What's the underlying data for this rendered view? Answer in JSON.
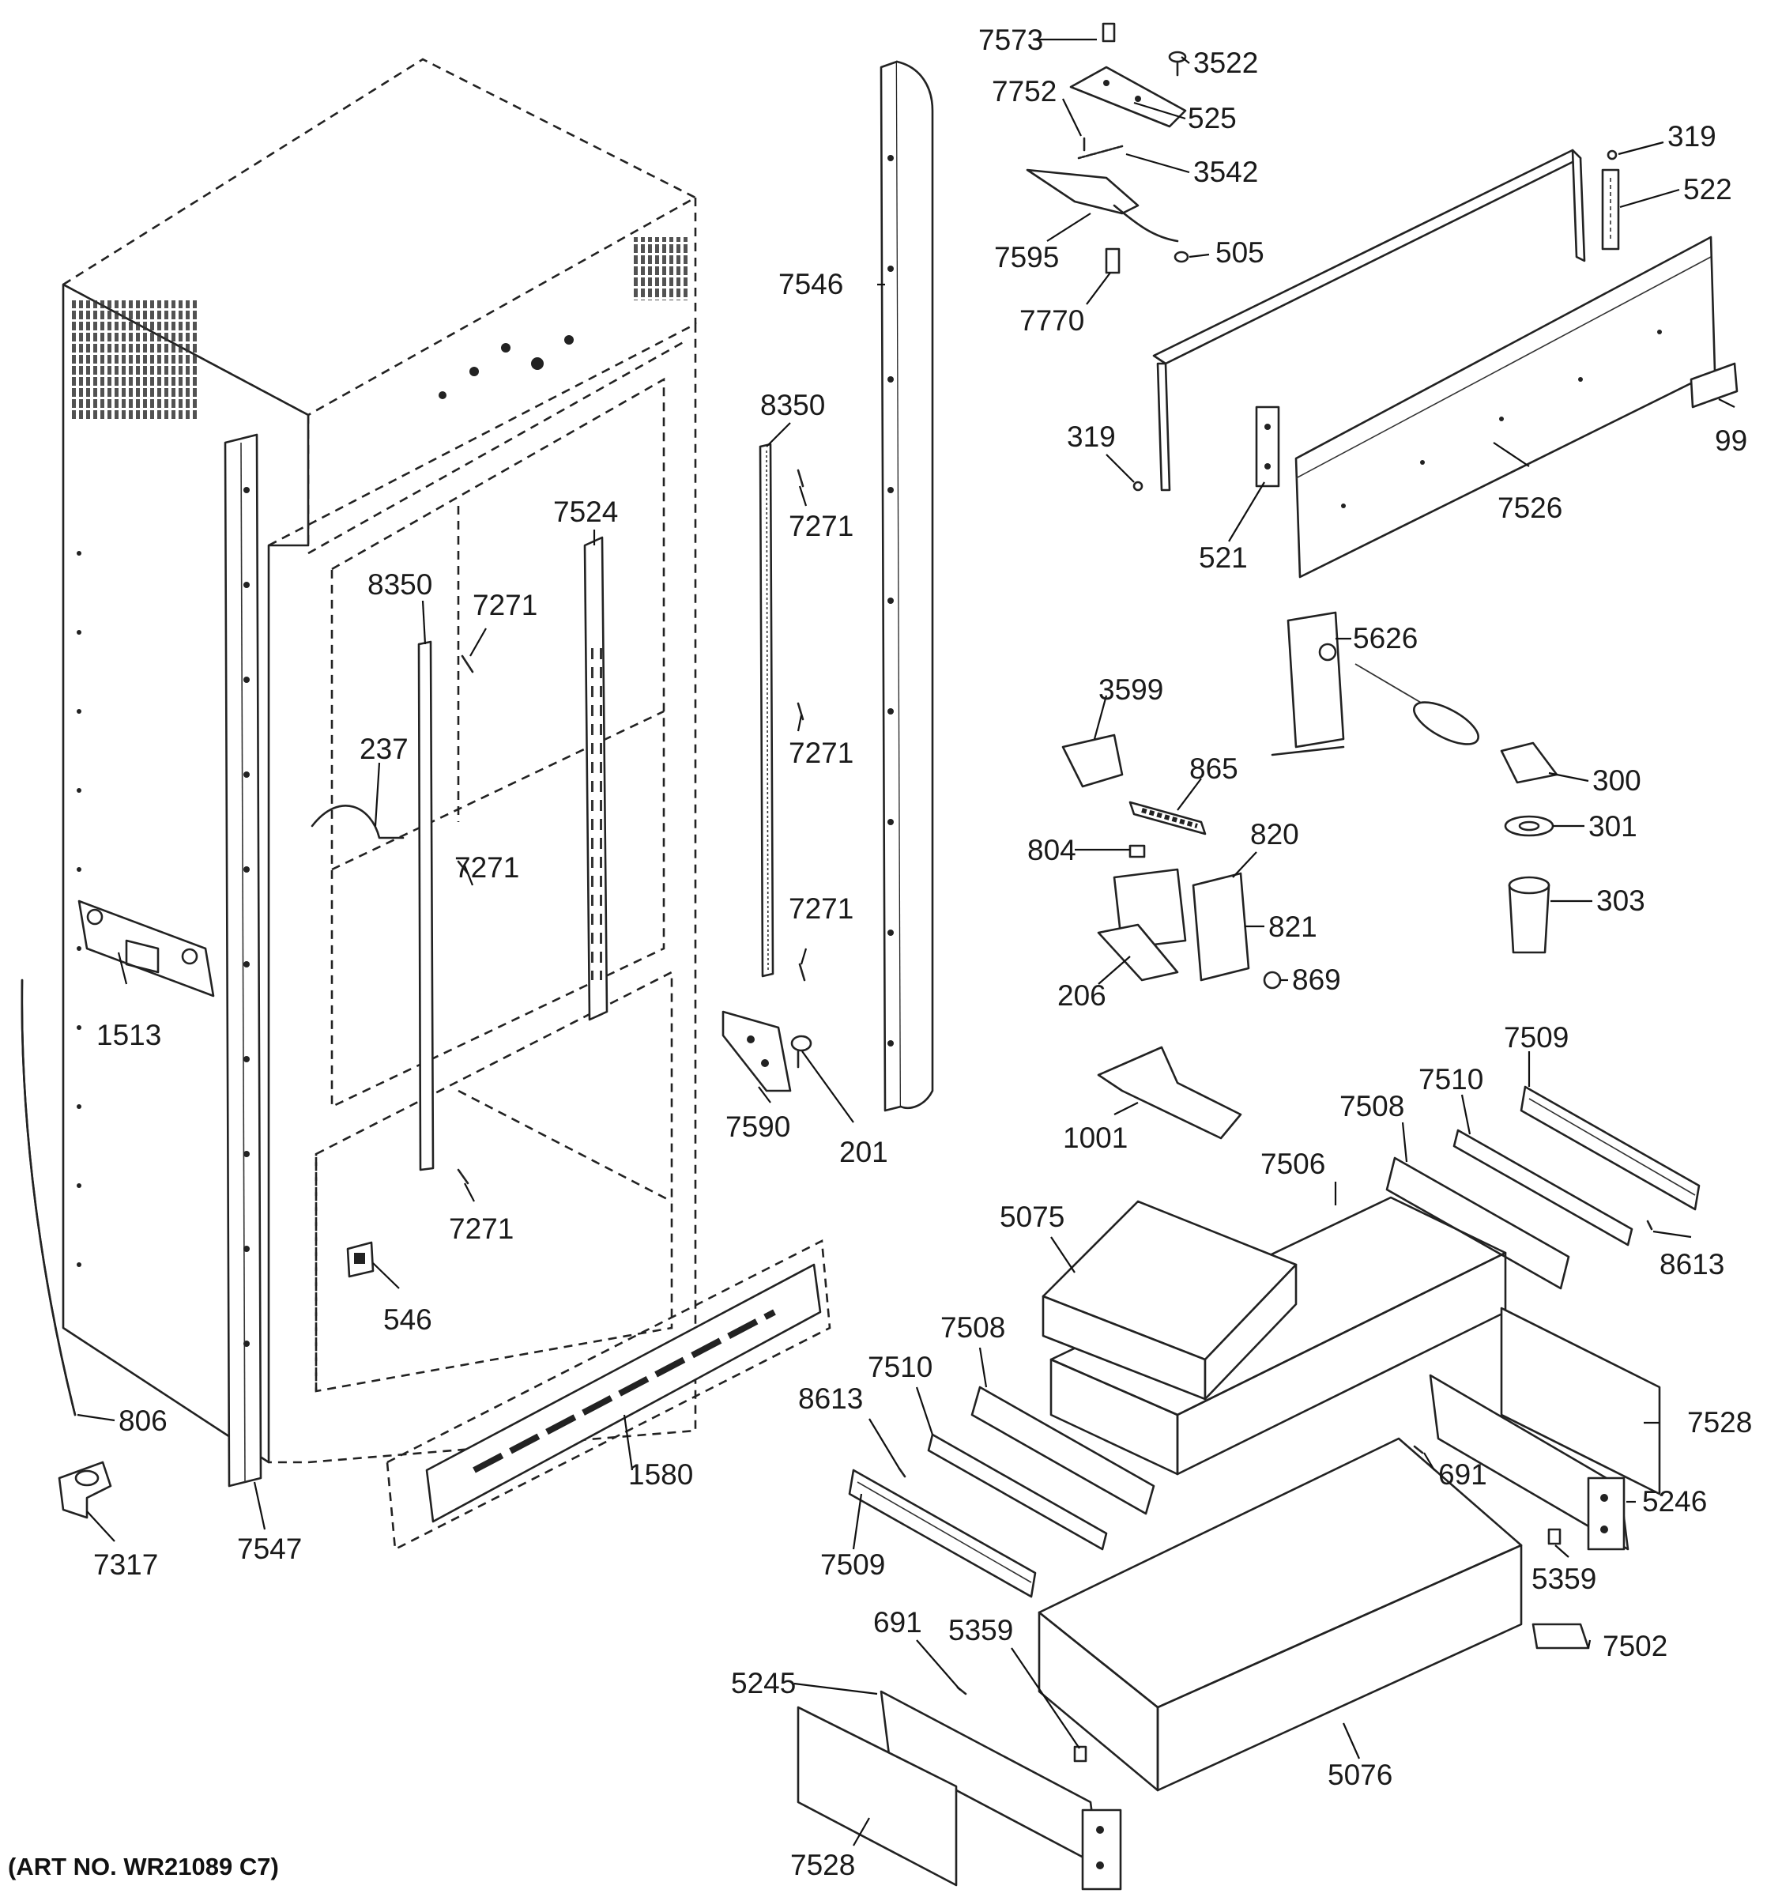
{
  "art_number": "(ART NO. WR21089 C7)",
  "callouts": [
    {
      "id": "c-7573",
      "text": "7573"
    },
    {
      "id": "c-3522",
      "text": "3522"
    },
    {
      "id": "c-7752",
      "text": "7752"
    },
    {
      "id": "c-525",
      "text": "525"
    },
    {
      "id": "c-3542",
      "text": "3542"
    },
    {
      "id": "c-319a",
      "text": "319"
    },
    {
      "id": "c-522",
      "text": "522"
    },
    {
      "id": "c-7595",
      "text": "7595"
    },
    {
      "id": "c-505",
      "text": "505"
    },
    {
      "id": "c-7546",
      "text": "7546"
    },
    {
      "id": "c-7770",
      "text": "7770"
    },
    {
      "id": "c-319b",
      "text": "319"
    },
    {
      "id": "c-99",
      "text": "99"
    },
    {
      "id": "c-8350a",
      "text": "8350"
    },
    {
      "id": "c-7526",
      "text": "7526"
    },
    {
      "id": "c-7271a",
      "text": "7271"
    },
    {
      "id": "c-7524",
      "text": "7524"
    },
    {
      "id": "c-521",
      "text": "521"
    },
    {
      "id": "c-8350b",
      "text": "8350"
    },
    {
      "id": "c-7271b",
      "text": "7271"
    },
    {
      "id": "c-5626",
      "text": "5626"
    },
    {
      "id": "c-3599",
      "text": "3599"
    },
    {
      "id": "c-237",
      "text": "237"
    },
    {
      "id": "c-7271c",
      "text": "7271"
    },
    {
      "id": "c-865",
      "text": "865"
    },
    {
      "id": "c-300",
      "text": "300"
    },
    {
      "id": "c-820",
      "text": "820"
    },
    {
      "id": "c-301",
      "text": "301"
    },
    {
      "id": "c-804",
      "text": "804"
    },
    {
      "id": "c-7271d",
      "text": "7271"
    },
    {
      "id": "c-303",
      "text": "303"
    },
    {
      "id": "c-7271e",
      "text": "7271"
    },
    {
      "id": "c-821",
      "text": "821"
    },
    {
      "id": "c-869",
      "text": "869"
    },
    {
      "id": "c-206",
      "text": "206"
    },
    {
      "id": "c-1513",
      "text": "1513"
    },
    {
      "id": "c-7509a",
      "text": "7509"
    },
    {
      "id": "c-7510a",
      "text": "7510"
    },
    {
      "id": "c-7590",
      "text": "7590"
    },
    {
      "id": "c-1001",
      "text": "1001"
    },
    {
      "id": "c-201",
      "text": "201"
    },
    {
      "id": "c-7508a",
      "text": "7508"
    },
    {
      "id": "c-7506",
      "text": "7506"
    },
    {
      "id": "c-7271f",
      "text": "7271"
    },
    {
      "id": "c-5075",
      "text": "5075"
    },
    {
      "id": "c-8613a",
      "text": "8613"
    },
    {
      "id": "c-546",
      "text": "546"
    },
    {
      "id": "c-7508b",
      "text": "7508"
    },
    {
      "id": "c-7510b",
      "text": "7510"
    },
    {
      "id": "c-8613b",
      "text": "8613"
    },
    {
      "id": "c-7528a",
      "text": "7528"
    },
    {
      "id": "c-806",
      "text": "806"
    },
    {
      "id": "c-691a",
      "text": "691"
    },
    {
      "id": "c-1580",
      "text": "1580"
    },
    {
      "id": "c-5246",
      "text": "5246"
    },
    {
      "id": "c-7547",
      "text": "7547"
    },
    {
      "id": "c-7509b",
      "text": "7509"
    },
    {
      "id": "c-7317",
      "text": "7317"
    },
    {
      "id": "c-5359a",
      "text": "5359"
    },
    {
      "id": "c-691b",
      "text": "691"
    },
    {
      "id": "c-5359b",
      "text": "5359"
    },
    {
      "id": "c-7502",
      "text": "7502"
    },
    {
      "id": "c-5245",
      "text": "5245"
    },
    {
      "id": "c-5076",
      "text": "5076"
    },
    {
      "id": "c-7528b",
      "text": "7528"
    }
  ]
}
